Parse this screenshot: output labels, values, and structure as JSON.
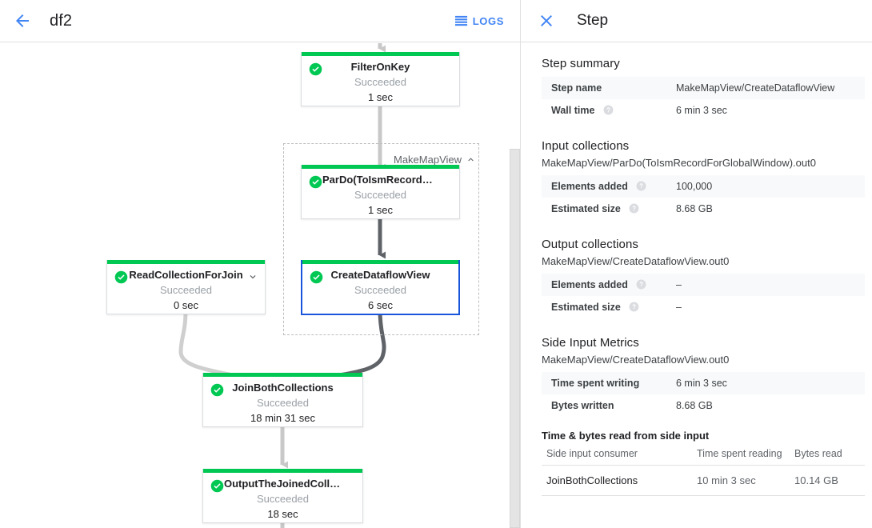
{
  "left": {
    "back_icon": "arrow-left-icon",
    "job_title": "df2",
    "logs_label": "LOGS",
    "logs_icon": "logs-list-icon"
  },
  "graph": {
    "composite": {
      "label": "MakeMapView",
      "chevron_icon": "chevron-up-icon"
    },
    "nodes": [
      {
        "id": "filter-on-key",
        "title": "FilterOnKey",
        "status": "Succeeded",
        "duration": "1 sec",
        "status_icon": "check-circle-icon",
        "selected": false,
        "chevron": null
      },
      {
        "id": "pardo-toismrecord",
        "title": "ParDo(ToIsmRecordFor…",
        "status": "Succeeded",
        "duration": "1 sec",
        "status_icon": "check-circle-icon",
        "selected": false,
        "chevron": null
      },
      {
        "id": "create-dataflow-view",
        "title": "CreateDataflowView",
        "status": "Succeeded",
        "duration": "6 sec",
        "status_icon": "check-circle-icon",
        "selected": true,
        "chevron": null
      },
      {
        "id": "read-collection-for-join",
        "title": "ReadCollectionForJoin",
        "status": "Succeeded",
        "duration": "0 sec",
        "status_icon": "check-circle-icon",
        "selected": false,
        "chevron": "chevron-down-icon"
      },
      {
        "id": "join-both-collections",
        "title": "JoinBothCollections",
        "status": "Succeeded",
        "duration": "18 min 31 sec",
        "status_icon": "check-circle-icon",
        "selected": false,
        "chevron": null
      },
      {
        "id": "output-the-joined-collection",
        "title": "OutputTheJoinedCollec…",
        "status": "Succeeded",
        "duration": "18 sec",
        "status_icon": "check-circle-icon",
        "selected": false,
        "chevron": null
      }
    ]
  },
  "panel": {
    "close_icon": "close-icon",
    "title": "Step",
    "step_summary": {
      "heading": "Step summary",
      "rows": [
        {
          "key": "Step name",
          "value": "MakeMapView/CreateDataflowView",
          "help": false
        },
        {
          "key": "Wall time",
          "value": "6 min 3 sec",
          "help": true
        }
      ]
    },
    "input_collections": {
      "heading": "Input collections",
      "collection_name": "MakeMapView/ParDo(ToIsmRecordForGlobalWindow).out0",
      "rows": [
        {
          "key": "Elements added",
          "value": "100,000",
          "help": true
        },
        {
          "key": "Estimated size",
          "value": "8.68 GB",
          "help": true
        }
      ]
    },
    "output_collections": {
      "heading": "Output collections",
      "collection_name": "MakeMapView/CreateDataflowView.out0",
      "rows": [
        {
          "key": "Elements added",
          "value": "–",
          "help": true
        },
        {
          "key": "Estimated size",
          "value": "–",
          "help": true
        }
      ]
    },
    "side_input_metrics": {
      "heading": "Side Input Metrics",
      "collection_name": "MakeMapView/CreateDataflowView.out0",
      "rows": [
        {
          "key": "Time spent writing",
          "value": "6 min 3 sec",
          "help": false
        },
        {
          "key": "Bytes written",
          "value": "8.68 GB",
          "help": false
        }
      ]
    },
    "side_input_table": {
      "heading": "Time & bytes read from side input",
      "columns": [
        "Side input consumer",
        "Time spent reading",
        "Bytes read"
      ],
      "rows": [
        {
          "consumer": "JoinBothCollections",
          "time": "10 min 3 sec",
          "bytes": "10.14 GB"
        }
      ]
    }
  },
  "colors": {
    "accent_blue": "#4285f4",
    "selected_border": "#1a56db",
    "success_green": "#00c853",
    "muted_text": "#9aa0a6",
    "edge_light": "#cfcfcf",
    "edge_dark": "#5f6368"
  }
}
